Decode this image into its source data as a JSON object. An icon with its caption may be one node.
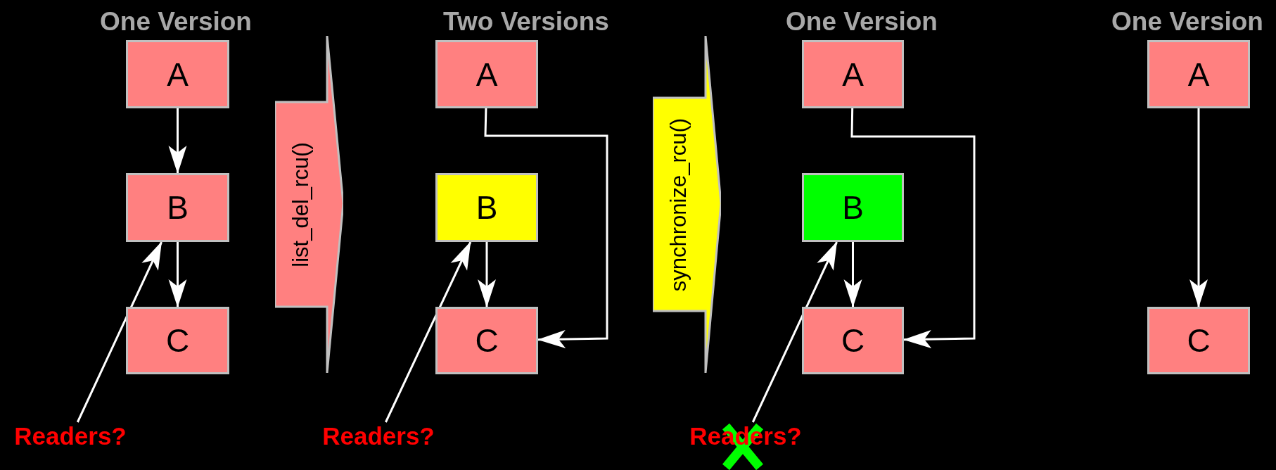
{
  "diagram": {
    "nodes": [
      {
        "text": [
          "A"
        ]
      },
      {
        "text": [
          "B"
        ]
      },
      {
        "text": [
          "C"
        ]
      },
      {
        "text": [
          "Readers?"
        ]
      },
      {
        "text": [
          "list_del_rcu()"
        ]
      },
      {
        "text": [
          "A"
        ]
      },
      {
        "text": [
          "B"
        ]
      },
      {
        "text": [
          "C"
        ]
      },
      {
        "text": [
          "Readers?"
        ]
      },
      {
        "text": [
          "synchronize_rcu()"
        ]
      },
      {
        "text": [
          "A"
        ]
      },
      {
        "text": [
          "B"
        ]
      },
      {
        "text": [
          "C"
        ]
      },
      {
        "text": [
          "Readers?"
        ]
      },
      {
        "text": [
          "A"
        ]
      },
      {
        "text": [
          "C"
        ]
      }
    ],
    "edges": [
      {
        "from": 0,
        "to": 1,
        "arrow": "to"
      },
      {
        "from": 1,
        "to": 2,
        "arrow": "to"
      },
      {
        "from": 3,
        "to": 1,
        "arrow": "to"
      },
      {
        "from": 5,
        "to": 7,
        "arrow": "to"
      },
      {
        "from": 6,
        "to": 7,
        "arrow": "to"
      },
      {
        "from": 8,
        "to": 6,
        "arrow": "to"
      },
      {
        "from": 10,
        "to": 12,
        "arrow": "to"
      },
      {
        "from": 11,
        "to": 12,
        "arrow": "to"
      },
      {
        "from": 13,
        "to": 11,
        "arrow": "to"
      },
      {
        "from": 14,
        "to": 15,
        "arrow": "to"
      }
    ],
    "labels": [
      "One Version",
      "Two Versions",
      "One Version",
      "One Version"
    ]
  }
}
